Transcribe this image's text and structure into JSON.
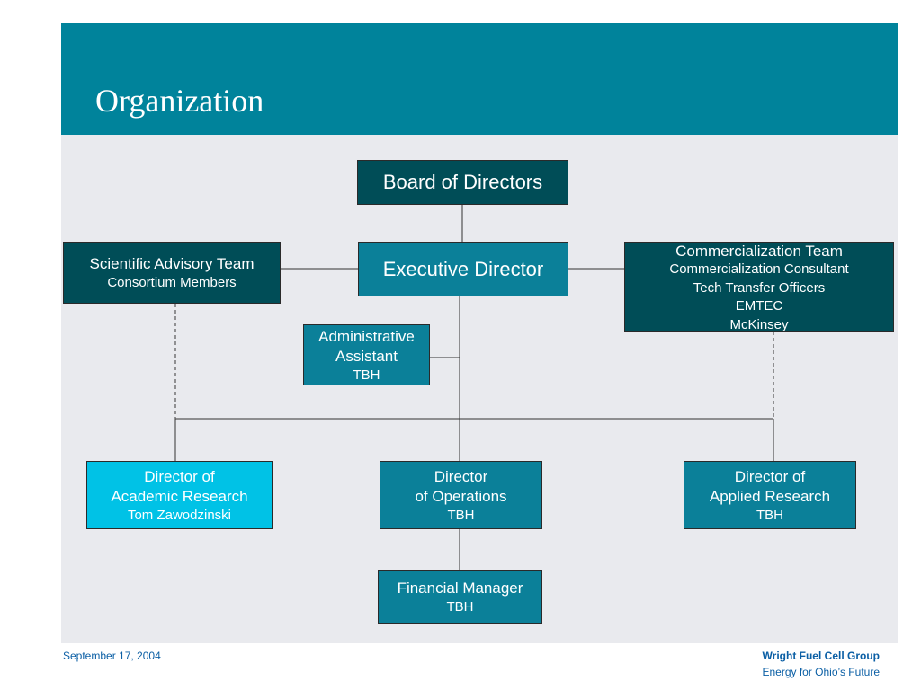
{
  "slide": {
    "title": "Organization"
  },
  "colors": {
    "header": "#00839B",
    "panel": "#E9EAEE",
    "box_dark": "#004D57",
    "box_teal": "#0B8099",
    "box_cyan": "#00C2E6",
    "footer_text": "#0B5FA5"
  },
  "org": {
    "board": {
      "label": "Board of Directors"
    },
    "executive": {
      "label": "Executive Director"
    },
    "scientific_team": {
      "label": "Scientific Advisory Team",
      "sub": "Consortium Members"
    },
    "commercialization_team": {
      "label": "Commercialization Team",
      "members": [
        "Commercialization Consultant",
        "Tech Transfer Officers",
        "EMTEC",
        "McKinsey"
      ]
    },
    "admin_assistant": {
      "label_line1": "Administrative",
      "label_line2": "Assistant",
      "sub": "TBH"
    },
    "academic_research": {
      "label_line1": "Director of",
      "label_line2": "Academic Research",
      "sub": "Tom Zawodzinski"
    },
    "operations": {
      "label_line1": "Director",
      "label_line2": "of Operations",
      "sub": "TBH"
    },
    "applied_research": {
      "label_line1": "Director of",
      "label_line2": "Applied Research",
      "sub": "TBH"
    },
    "financial_manager": {
      "label": "Financial Manager",
      "sub": "TBH"
    }
  },
  "footer": {
    "date": "September 17, 2004",
    "org_name": "Wright Fuel Cell Group",
    "tagline": "Energy for Ohio’s Future"
  }
}
